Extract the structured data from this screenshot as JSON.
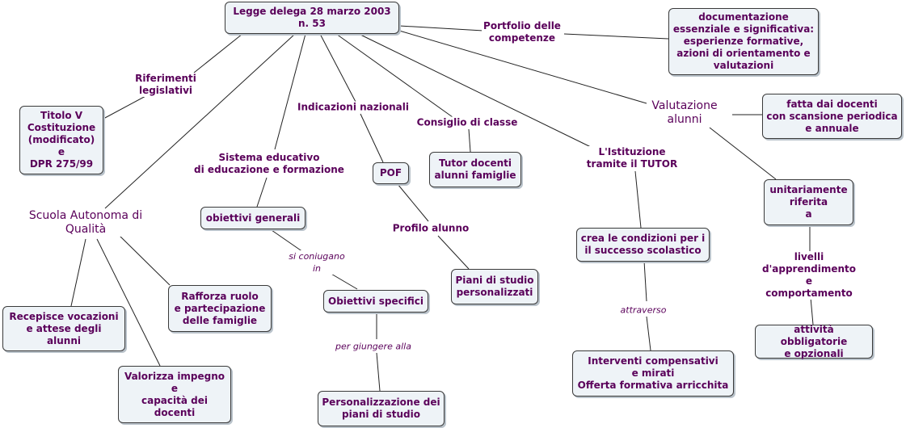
{
  "colors": {
    "text": "#5a005a",
    "node_fill": "#eef3f7",
    "border": "#3a3a3a",
    "line": "#222222"
  },
  "nodes": {
    "root": "Legge delega 28 marzo 2003\nn. 53",
    "documentazione": "documentazione\nessenziale e significativa:\nesperienze formative,\nazioni di orientamento e\nvalutazioni",
    "fatta_docenti": "fatta dai docenti\ncon scansione periodica\ne annuale",
    "titolo": "Titolo V\nCostituzione\n(modificato)\ne\nDPR 275/99",
    "tutor_docenti": "Tutor docenti\nalunni famiglie",
    "pof": "POF",
    "obiettivi_generali": "obiettivi generali",
    "unitariamente": "unitariamente\nriferita\na",
    "crea_condizioni": "crea le condizioni per i\nil successo scolastico",
    "piani_personalizzati": "Piani di studio\npersonalizzati",
    "rafforza": "Rafforza ruolo\ne partecipazione\ndelle famiglie",
    "obiettivi_specifici": "Obiettivi specifici",
    "recepisce": "Recepisce vocazioni\ne attese degli\nalunni",
    "attivita": "attività obbligatorie\ne opzionali",
    "interventi": "Interventi compensativi\ne mirati\nOfferta formativa arricchita",
    "valorizza": "Valorizza impegno\ne\ncapacità dei\ndocenti",
    "personalizzazione": "Personalizzazione dei\npiani di studio"
  },
  "labels": {
    "portfolio": "Portfolio delle\ncompetenze",
    "riferimenti": "Riferimenti\nlegislativi",
    "indicazioni": "Indicazioni nazionali",
    "consiglio": "Consiglio di classe",
    "valutazione": "Valutazione\nalunni",
    "sistema": "Sistema educativo\ndi educazione e formazione",
    "istituzione": "L'Istituzione\ntramite il TUTOR",
    "scuola": "Scuola Autonoma di\nQualità",
    "profilo": "Profilo alunno",
    "si_coniugano": "si coniugano\nin",
    "livelli": "livelli d'apprendimento\ne comportamento",
    "attraverso": "attraverso",
    "per_giungere": "per giungere alla"
  }
}
